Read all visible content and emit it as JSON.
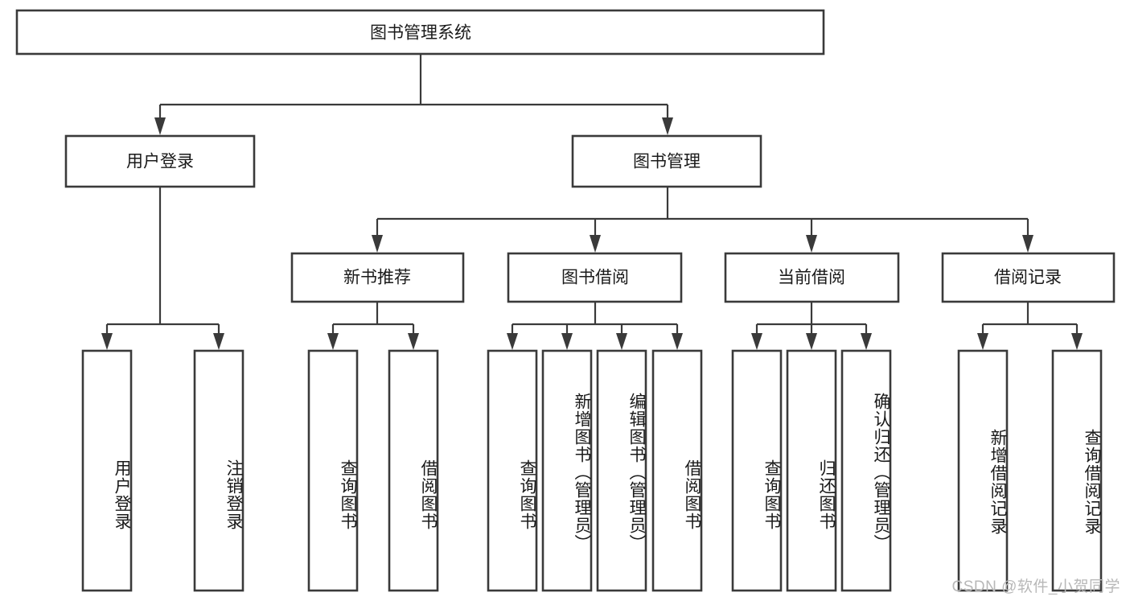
{
  "diagram": {
    "title_node": {
      "label": "图书管理系统"
    },
    "level1": [
      {
        "id": "user-login",
        "label": "用户登录"
      },
      {
        "id": "book-management",
        "label": "图书管理"
      }
    ],
    "level2": [
      {
        "id": "new-book-recommend",
        "label": "新书推荐",
        "parent": "book-management"
      },
      {
        "id": "book-borrow",
        "label": "图书借阅",
        "parent": "book-management"
      },
      {
        "id": "current-borrow",
        "label": "当前借阅",
        "parent": "book-management"
      },
      {
        "id": "borrow-record",
        "label": "借阅记录",
        "parent": "book-management"
      }
    ],
    "leaves": [
      {
        "id": "leaf-user-login",
        "label": "用户登录",
        "parent": "user-login"
      },
      {
        "id": "leaf-logout-login",
        "label": "注销登录",
        "parent": "user-login"
      },
      {
        "id": "leaf-query-book-1",
        "label": "查询图书",
        "parent": "new-book-recommend"
      },
      {
        "id": "leaf-borrow-book-1",
        "label": "借阅图书",
        "parent": "new-book-recommend"
      },
      {
        "id": "leaf-query-book-2",
        "label": "查询图书",
        "parent": "book-borrow"
      },
      {
        "id": "leaf-add-book-admin",
        "label": "新增图书（管理员）",
        "parent": "book-borrow"
      },
      {
        "id": "leaf-edit-book-admin",
        "label": "编辑图书（管理员）",
        "parent": "book-borrow"
      },
      {
        "id": "leaf-borrow-book-2",
        "label": "借阅图书",
        "parent": "book-borrow"
      },
      {
        "id": "leaf-query-book-3",
        "label": "查询图书",
        "parent": "current-borrow"
      },
      {
        "id": "leaf-return-book",
        "label": "归还图书",
        "parent": "current-borrow"
      },
      {
        "id": "leaf-confirm-return-admin",
        "label": "确认归还（管理员）",
        "parent": "current-borrow"
      },
      {
        "id": "leaf-add-borrow-record",
        "label": "新增借阅记录",
        "parent": "borrow-record"
      },
      {
        "id": "leaf-query-borrow-record",
        "label": "查询借阅记录",
        "parent": "borrow-record"
      }
    ],
    "watermark": "CSDN @软件_小贺同学",
    "colors": {
      "box_stroke": "#3a3a3a",
      "box_fill": "#ffffff",
      "text": "#1a1a1a",
      "watermark": "#b8b8b8",
      "background": "#ffffff"
    }
  }
}
